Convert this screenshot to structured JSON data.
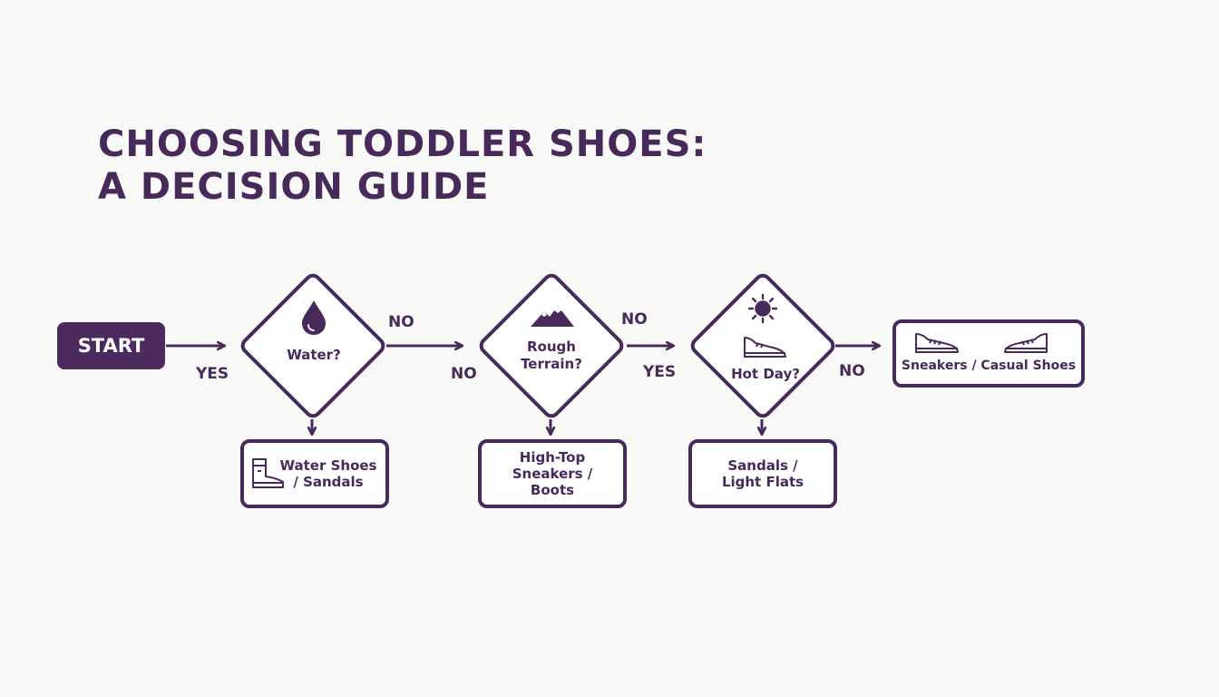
{
  "title": {
    "line1": "CHOOSING TODDLER SHOES:",
    "line2": "A DECISION GUIDE"
  },
  "start": {
    "label": "START"
  },
  "decisions": [
    {
      "line1": "Water?",
      "line2": "",
      "icon": "water-drop-icon"
    },
    {
      "line1": "Rough",
      "line2": "Terrain?",
      "icon": "mountain-icon"
    },
    {
      "line1": "Hot Day?",
      "line2": "",
      "icon": "sun-icon"
    }
  ],
  "edges": {
    "start_yes": "YES",
    "water_no": "NO",
    "terrain_no_left": "NO",
    "terrain_no_right": "NO",
    "terrain_yes": "YES",
    "hot_no": "NO"
  },
  "outcomes": [
    {
      "line1": "Water Shoes",
      "line2": "/ Sandals",
      "line3": "",
      "icon": "boot-icon"
    },
    {
      "line1": "High-Top",
      "line2": "Sneakers /",
      "line3": "Boots",
      "icon": ""
    },
    {
      "line1": "Sandals /",
      "line2": "Light Flats",
      "line3": "",
      "icon": ""
    },
    {
      "line1": "Sneakers / Casual Shoes",
      "line2": "",
      "line3": "",
      "icon": "sneaker-icon"
    }
  ],
  "colors": {
    "primary": "#472a5a",
    "start_fill": "#4a2a5f",
    "background": "#f9f9f8"
  }
}
